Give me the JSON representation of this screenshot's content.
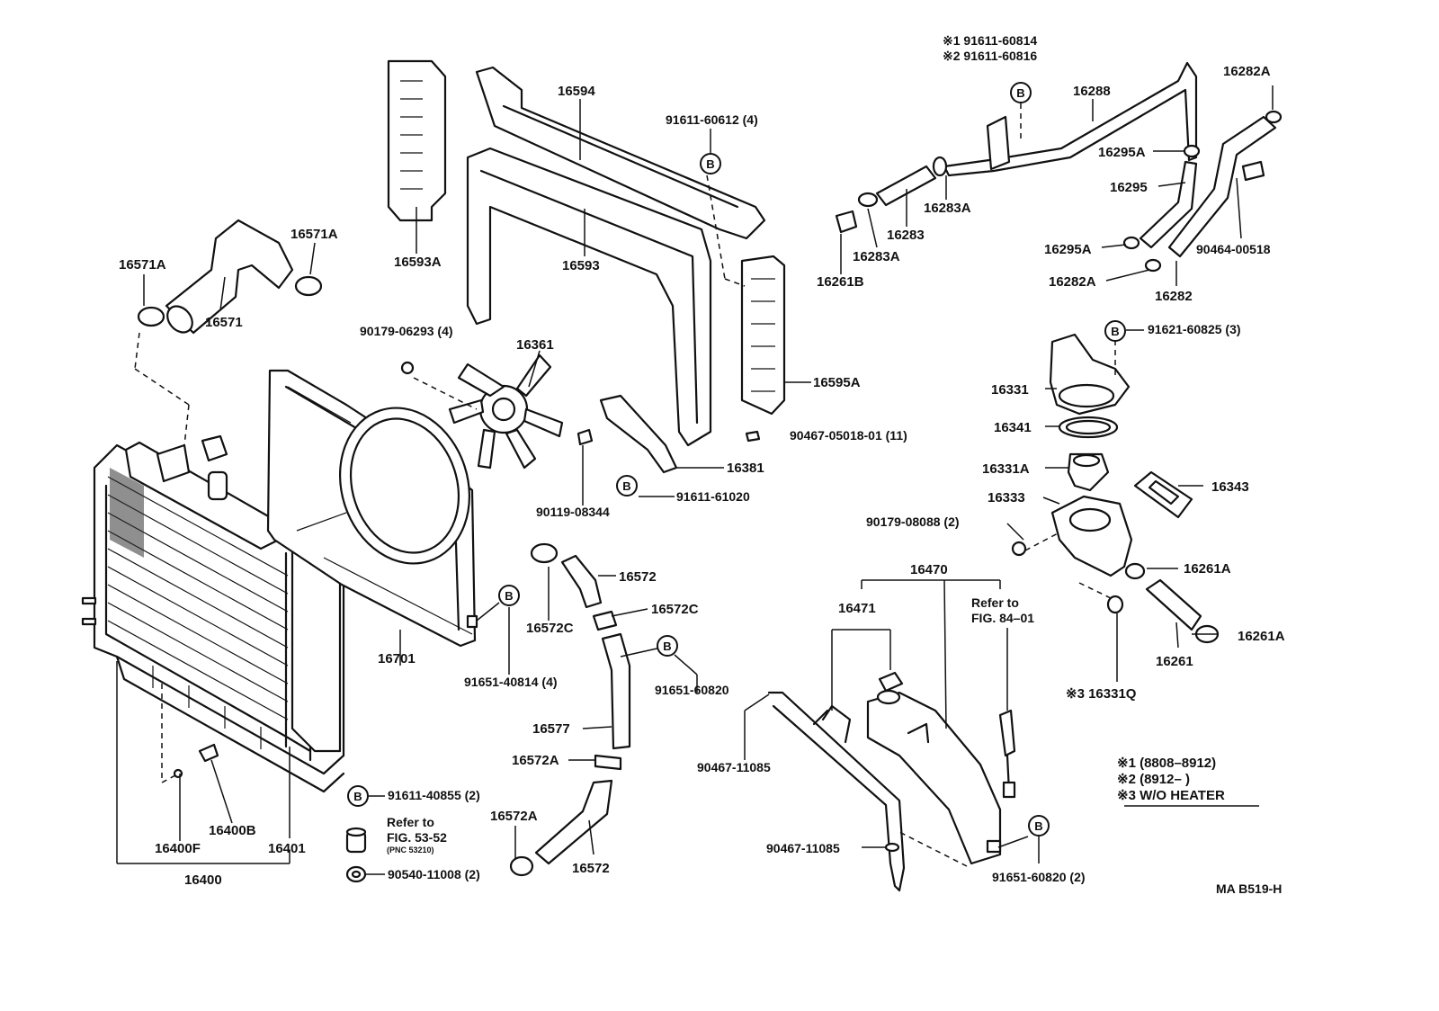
{
  "parts": {
    "p16594": "16594",
    "p16593": "16593",
    "p16593A": "16593A",
    "p16595A": "16595A",
    "p16571": "16571",
    "p16571A_left": "16571A",
    "p16571A_right": "16571A",
    "p16361": "16361",
    "p16381": "16381",
    "p16701": "16701",
    "p16400": "16400",
    "p16400F": "16400F",
    "p16400B": "16400B",
    "p16401": "16401",
    "p16572_upper": "16572",
    "p16572_lower": "16572",
    "p16572C_upper": "16572C",
    "p16572C_lower": "16572C",
    "p16572A_a": "16572A",
    "p16572A_b": "16572A",
    "p16577": "16577",
    "p16288": "16288",
    "p16283": "16283",
    "p16283A_a": "16283A",
    "p16283A_b": "16283A",
    "p16261B": "16261B",
    "p16282A_top": "16282A",
    "p16282A_bottom": "16282A",
    "p16282": "16282",
    "p16295A_top": "16295A",
    "p16295A_bottom": "16295A",
    "p16295": "16295",
    "p16331": "16331",
    "p16341": "16341",
    "p16331A": "16331A",
    "p16333": "16333",
    "p16343": "16343",
    "p16261A_a": "16261A",
    "p16261A_b": "16261A",
    "p16261": "16261",
    "p16331Q": "※3 16331Q",
    "p16470": "16470",
    "p16471": "16471"
  },
  "bolts": {
    "b91611_60612": "91611-60612 (4)",
    "b90179_06293": "90179-06293 (4)",
    "b90467_05018": "90467-05018-01 (11)",
    "b91611_61020": "91611-61020",
    "b90119_08344": "90119-08344",
    "b91651_40814": "91651-40814 (4)",
    "b91651_60820": "91651-60820",
    "b91611_40855": "91611-40855 (2)",
    "b90540_11008": "90540-11008 (2)",
    "b91611_60814": "※1 91611-60814",
    "b91611_60816": "※2 91611-60816",
    "b91621_60825": "91621-60825 (3)",
    "b90179_08088": "90179-08088 (2)",
    "b90464_00518": "90464-00518",
    "b90467_11085_a": "90467-11085",
    "b90467_11085_b": "90467-11085",
    "b91651_60820_2": "91651-60820 (2)"
  },
  "refs": {
    "refer_to_1": "Refer to",
    "fig_53_52": "FIG. 53-52",
    "pnc_53210": "(PNC 53210)",
    "refer_to_2": "Refer to",
    "fig_84_01": "FIG. 84–01"
  },
  "marker": "B",
  "legend": {
    "note1": "※1  (8808–8912)",
    "note2": "※2  (8912–          )",
    "note3": "※3  W/O HEATER"
  },
  "figure_code": "MA B519-H"
}
